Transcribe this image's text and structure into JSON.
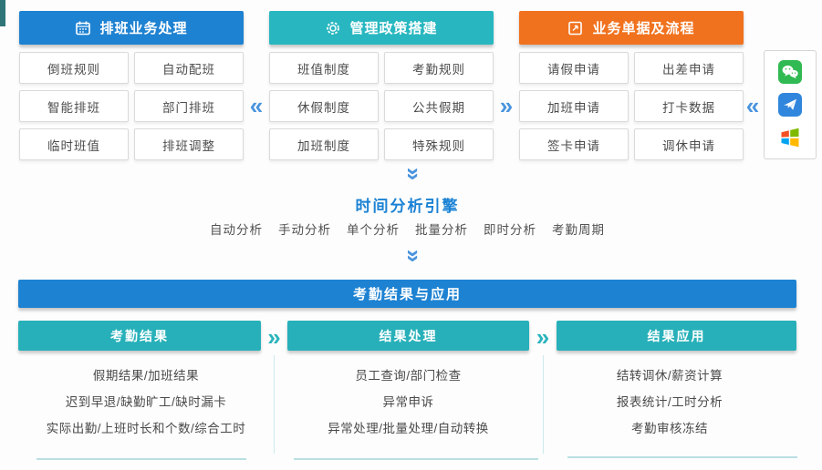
{
  "colors": {
    "blue": "#1e82d2",
    "teal": "#28b7c0",
    "orange": "#f1721e",
    "subheader_teal": "#27b0b9",
    "chevron_blue": "#4a94dd",
    "chevron_teal": "#2ab4bd",
    "engine_title_blue": "#1b82d4",
    "wechat_green": "#31ba53",
    "plane_blue": "#3086dd",
    "windows_red": "#f25022",
    "windows_green": "#7fba00",
    "windows_blue": "#00a4ef",
    "windows_yellow": "#ffb900"
  },
  "glyphs": {
    "left": "«",
    "right": "»",
    "down": "»"
  },
  "top_sections": [
    {
      "title": "排班业务处理",
      "icon": "calendar-icon",
      "items": [
        "倒班规则",
        "自动配班",
        "智能排班",
        "部门排班",
        "临时班值",
        "排班调整"
      ]
    },
    {
      "title": "管理政策搭建",
      "icon": "gear-icon",
      "items": [
        "班值制度",
        "考勤规则",
        "休假制度",
        "公共假期",
        "加班制度",
        "特殊规则"
      ]
    },
    {
      "title": "业务单据及流程",
      "icon": "flow-icon",
      "items": [
        "请假申请",
        "出差申请",
        "加班申请",
        "打卡数据",
        "签卡申请",
        "调休申请"
      ]
    }
  ],
  "channels": {
    "icons": [
      "wechat-icon",
      "dingtalk-icon",
      "windows-icon"
    ]
  },
  "engine": {
    "title": "时间分析引擎",
    "modes": [
      "自动分析",
      "手动分析",
      "单个分析",
      "批量分析",
      "即时分析",
      "考勤周期"
    ]
  },
  "results": {
    "banner": "考勤结果与应用",
    "columns": [
      {
        "title": "考勤结果",
        "items": [
          "假期结果/加班结果",
          "迟到早退/缺勤旷工/缺时漏卡",
          "实际出勤/上班时长和个数/综合工时"
        ]
      },
      {
        "title": "结果处理",
        "items": [
          "员工查询/部门检查",
          "异常申诉",
          "异常处理/批量处理/自动转换"
        ]
      },
      {
        "title": "结果应用",
        "items": [
          "结转调休/薪资计算",
          "报表统计/工时分析",
          "考勤审核冻结"
        ]
      }
    ]
  }
}
